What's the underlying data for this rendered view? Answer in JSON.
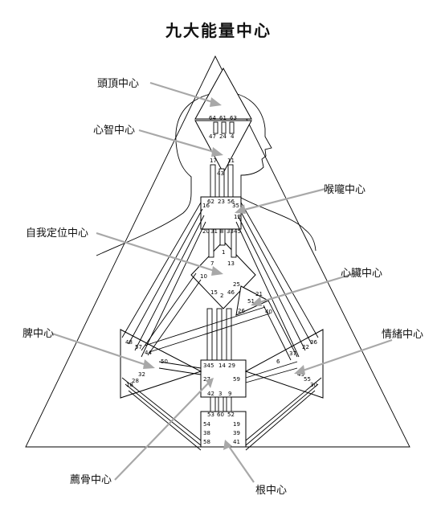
{
  "title": "九大能量中心",
  "centers": [
    {
      "id": "head",
      "label": "頭頂中心"
    },
    {
      "id": "ajna",
      "label": "心智中心"
    },
    {
      "id": "throat",
      "label": "喉嚨中心"
    },
    {
      "id": "g",
      "label": "自我定位中心"
    },
    {
      "id": "heart",
      "label": "心臟中心"
    },
    {
      "id": "spleen",
      "label": "脾中心"
    },
    {
      "id": "solar",
      "label": "情緒中心"
    },
    {
      "id": "sacral",
      "label": "薦骨中心"
    },
    {
      "id": "root",
      "label": "根中心"
    }
  ],
  "gates": [
    "64",
    "61",
    "63",
    "47",
    "24",
    "4",
    "17",
    "11",
    "43",
    "62",
    "23",
    "56",
    "16",
    "35",
    "12",
    "20",
    "31",
    "8",
    "33",
    "45",
    "1",
    "7",
    "13",
    "10",
    "25",
    "15",
    "2",
    "46",
    "21",
    "51",
    "26",
    "40",
    "48",
    "57",
    "44",
    "50",
    "37",
    "22",
    "36",
    "6",
    "34",
    "5",
    "14",
    "29",
    "27",
    "59",
    "32",
    "28",
    "18",
    "49",
    "55",
    "30",
    "42",
    "3",
    "9",
    "53",
    "60",
    "52",
    "54",
    "19",
    "38",
    "39",
    "58",
    "41"
  ]
}
